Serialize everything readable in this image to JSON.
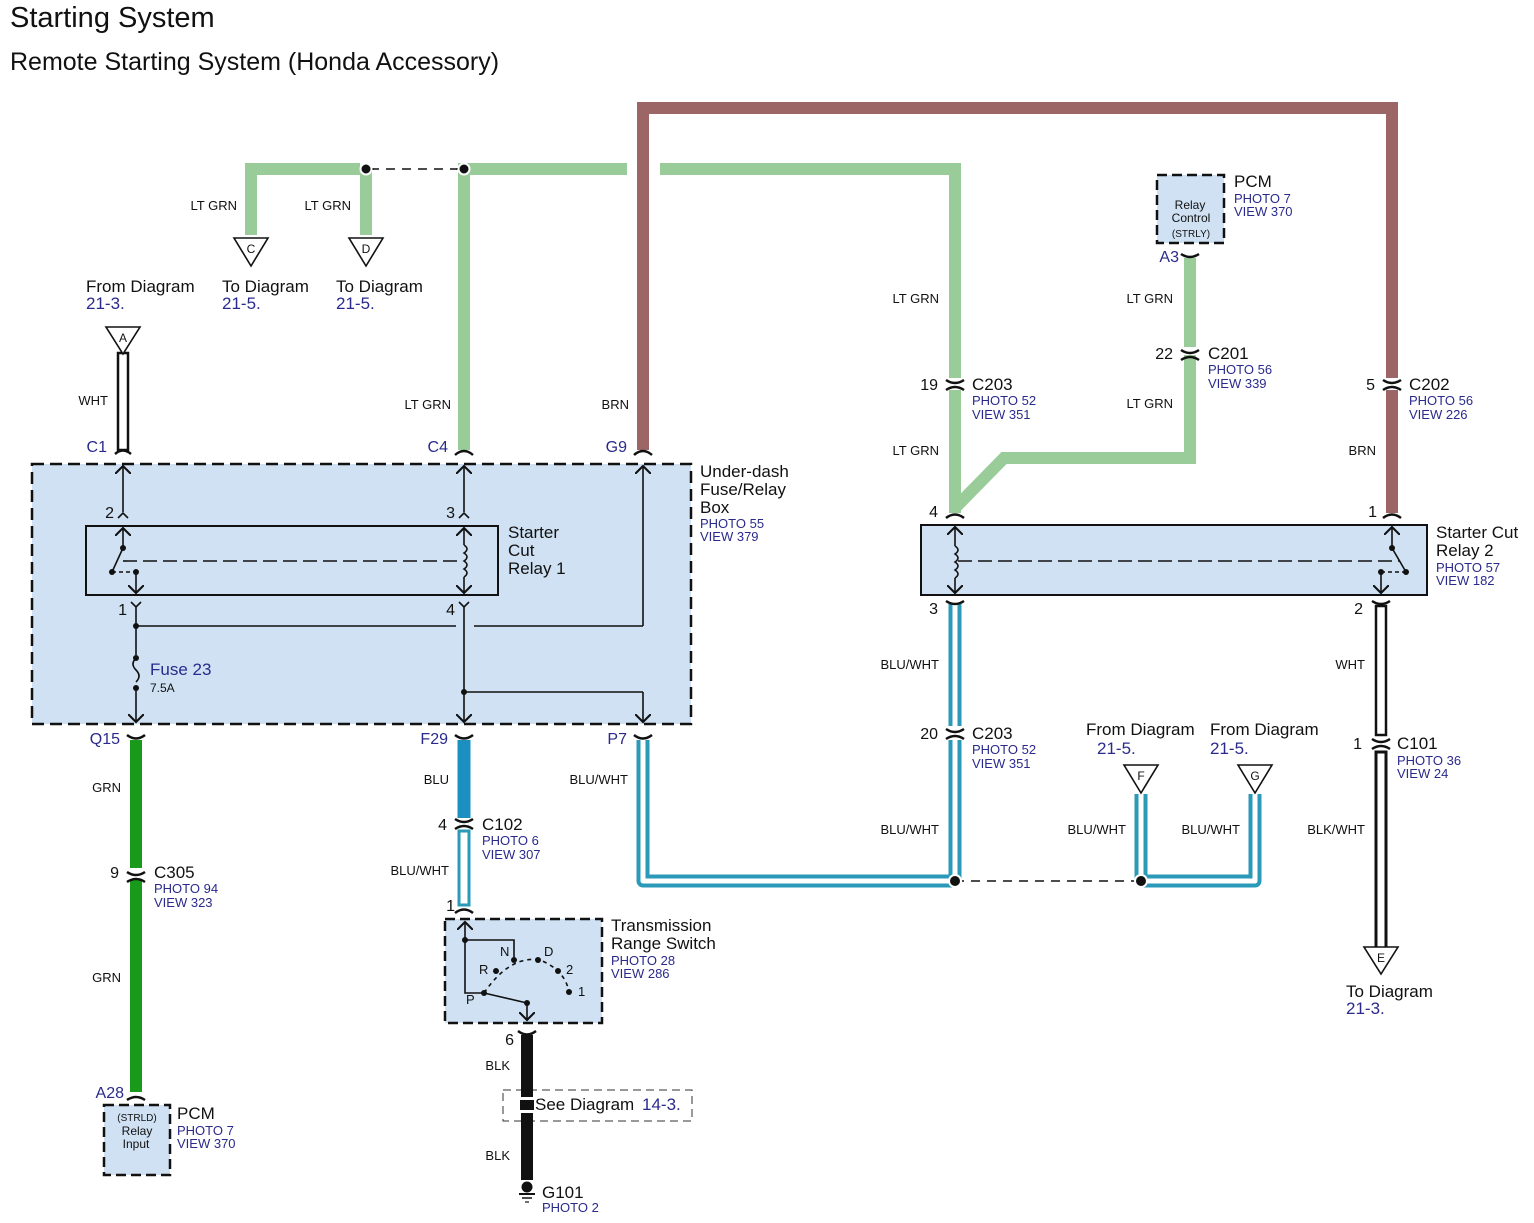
{
  "header": {
    "title": "Starting System",
    "subtitle": "Remote Starting System (Honda Accessory)"
  },
  "colors": {
    "lt_grn": "#99cc99",
    "grn": "#1a9a1a",
    "brn": "#9c6666",
    "blu": "#1a8fc0",
    "blu_wht_edge": "#2a9ab8",
    "blk": "#111111",
    "box_fill": "#cfe1f3",
    "ref_text": "#2a2a8c"
  },
  "wire_labels": {
    "c_ltgrn": "LT GRN",
    "d_ltgrn": "LT GRN",
    "a_wht": "WHT",
    "c4_ltgrn": "LT GRN",
    "g9_brn": "BRN",
    "c203_top_ltgrn": "LT GRN",
    "c203_bot_ltgrn": "LT GRN",
    "c201_top_ltgrn": "LT GRN",
    "c201_bot_ltgrn": "LT GRN",
    "c202_brn": "BRN",
    "q15_grn": "GRN",
    "c305_grn": "GRN",
    "f29_blu": "BLU",
    "c102_bluwht": "BLU/WHT",
    "p7_bluwht": "BLU/WHT",
    "r3_bluwht": "BLU/WHT",
    "c203b_bluwht": "BLU/WHT",
    "f_bluwht": "BLU/WHT",
    "g_bluwht": "BLU/WHT",
    "r2_wht": "WHT",
    "c101_blkwht": "BLK/WHT",
    "g101_blk_top": "BLK",
    "g101_blk_bot": "BLK"
  },
  "offpage": {
    "A": {
      "letter": "A",
      "text": "From Diagram",
      "ref": "21-3."
    },
    "C": {
      "letter": "C",
      "text": "To Diagram",
      "ref": "21-5."
    },
    "D": {
      "letter": "D",
      "text": "To Diagram",
      "ref": "21-5."
    },
    "E": {
      "letter": "E",
      "text": "To Diagram",
      "ref": "21-3."
    },
    "F": {
      "letter": "F",
      "text": "From Diagram",
      "ref": "21-5."
    },
    "G": {
      "letter": "G",
      "text": "From Diagram",
      "ref": "21-5."
    }
  },
  "fuse_box": {
    "name_lines": [
      "Under-dash",
      "Fuse/Relay",
      "Box"
    ],
    "photo": "PHOTO 55",
    "view": "VIEW 379",
    "terminals": {
      "c1": "C1",
      "c4": "C4",
      "g9": "G9",
      "q15": "Q15",
      "f29": "F29",
      "p7": "P7"
    },
    "relay1": {
      "name_lines": [
        "Starter",
        "Cut",
        "Relay 1"
      ],
      "pins": {
        "p1": "1",
        "p2": "2",
        "p3": "3",
        "p4": "4"
      }
    },
    "fuse": {
      "name": "Fuse 23",
      "rating": "7.5A"
    }
  },
  "relay2": {
    "name_lines": [
      "Starter Cut",
      "Relay 2"
    ],
    "photo": "PHOTO 57",
    "view": "VIEW 182",
    "pins": {
      "p1": "1",
      "p2": "2",
      "p3": "3",
      "p4": "4"
    }
  },
  "pcm_top": {
    "name": "PCM",
    "photo": "PHOTO 7",
    "view": "VIEW 370",
    "label_lines": [
      "Relay",
      "Control",
      "(STRLY)"
    ],
    "terminal": "A3"
  },
  "pcm_bottom": {
    "name": "PCM",
    "photo": "PHOTO 7",
    "view": "VIEW 370",
    "label_lines": [
      "(STRLD)",
      "Relay",
      "Input"
    ],
    "terminal": "A28"
  },
  "connectors": {
    "c203_top": {
      "pin": "19",
      "name": "C203",
      "photo": "PHOTO 52",
      "view": "VIEW 351"
    },
    "c201": {
      "pin": "22",
      "name": "C201",
      "photo": "PHOTO 56",
      "view": "VIEW 339"
    },
    "c202": {
      "pin": "5",
      "name": "C202",
      "photo": "PHOTO 56",
      "view": "VIEW 226"
    },
    "c203_bot": {
      "pin": "20",
      "name": "C203",
      "photo": "PHOTO 52",
      "view": "VIEW 351"
    },
    "c101": {
      "pin": "1",
      "name": "C101",
      "photo": "PHOTO 36",
      "view": "VIEW 24"
    },
    "c305": {
      "pin": "9",
      "name": "C305",
      "photo": "PHOTO 94",
      "view": "VIEW 323"
    },
    "c102": {
      "pin": "4",
      "name": "C102",
      "photo": "PHOTO 6",
      "view": "VIEW 307"
    }
  },
  "trs": {
    "name_lines": [
      "Transmission",
      "Range Switch"
    ],
    "photo": "PHOTO 28",
    "view": "VIEW 286",
    "pin_in": "1",
    "pin_out": "6",
    "positions": {
      "p": "P",
      "r": "R",
      "n": "N",
      "d": "D",
      "two": "2",
      "one": "1"
    }
  },
  "see_diagram": {
    "text": "See Diagram",
    "ref": "14-3."
  },
  "ground": {
    "name": "G101",
    "photo": "PHOTO 2"
  }
}
